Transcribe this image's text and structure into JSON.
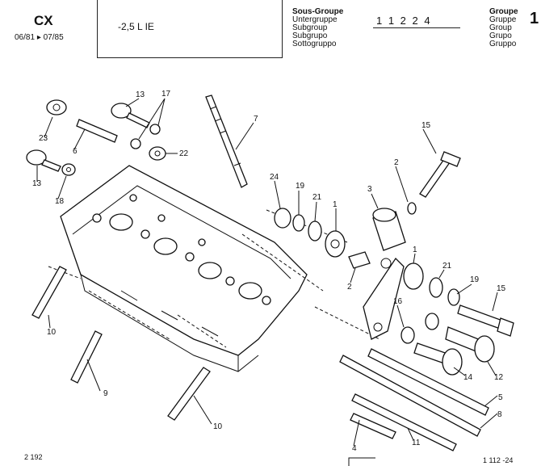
{
  "header": {
    "model": "CX",
    "date_from": "06/81",
    "date_to": "07/85",
    "engine": "-2,5 L  IE",
    "subgroup_labels": [
      "Sous-Groupe",
      "Untergruppe",
      "Subgroup",
      "Subgrupo",
      "Sottogruppo"
    ],
    "subgroup_code": "1 1 2 2 4",
    "group_labels": [
      "Groupe",
      "Gruppe",
      "Group",
      "Grupo",
      "Gruppo"
    ],
    "group_number": "1"
  },
  "footer": {
    "left_code": "2 192",
    "right_code": "1 112 -24"
  },
  "callouts": [
    "13",
    "17",
    "23",
    "6",
    "22",
    "13",
    "18",
    "7",
    "15",
    "24",
    "19",
    "21",
    "1",
    "3",
    "2",
    "2",
    "1",
    "21",
    "19",
    "15",
    "16",
    "10",
    "9",
    "10",
    "14",
    "12",
    "5",
    "8",
    "4",
    "11"
  ]
}
